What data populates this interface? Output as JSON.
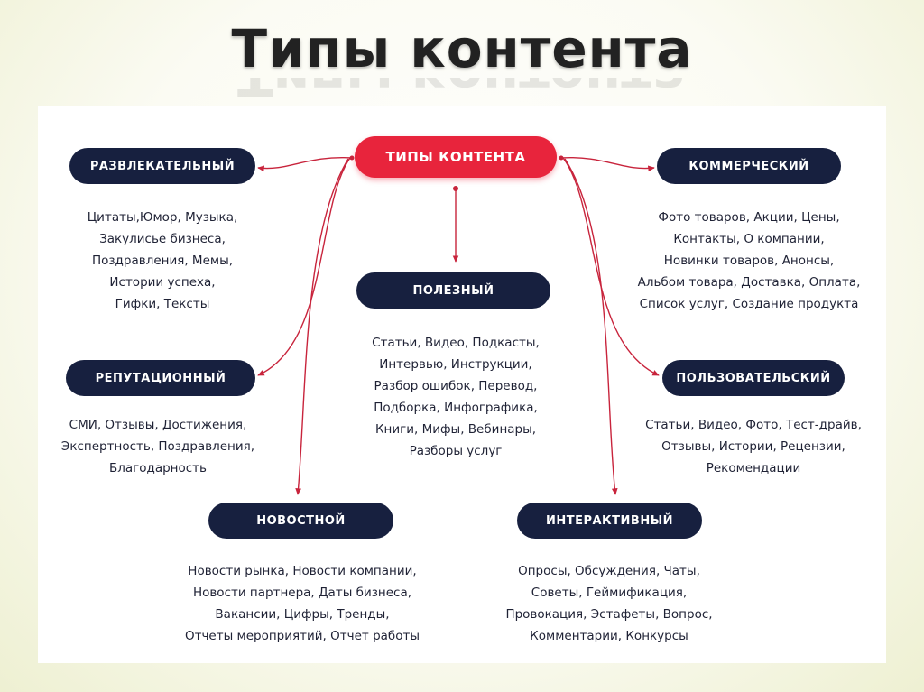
{
  "title": "Типы контента",
  "center": "ТИПЫ КОНТЕНТА",
  "categories": {
    "entertainment": {
      "label": "РАЗВЛЕКАТЕЛЬНЫЙ",
      "lines": [
        "Цитаты,Юмор, Музыка,",
        "Закулисье бизнеса,",
        "Поздравления, Мемы,",
        "Истории успеха,",
        "Гифки, Тексты"
      ]
    },
    "useful": {
      "label": "ПОЛЕЗНЫЙ",
      "lines": [
        "Статьи, Видео, Подкасты,",
        "Интервью, Инструкции,",
        "Разбор ошибок, Перевод,",
        "Подборка, Инфографика,",
        "Книги, Мифы, Вебинары,",
        "Разборы услуг"
      ]
    },
    "commercial": {
      "label": "КОММЕРЧЕСКИЙ",
      "lines": [
        "Фото товаров, Акции, Цены,",
        "Контакты, О компании,",
        "Новинки товаров, Анонсы,",
        "Альбом товара, Доставка, Оплата,",
        "Список услуг, Создание продукта"
      ]
    },
    "reputation": {
      "label": "РЕПУТАЦИОННЫЙ",
      "lines": [
        "СМИ, Отзывы, Достижения,",
        "Экспертность, Поздравления,",
        "Благодарность"
      ]
    },
    "user": {
      "label": "ПОЛЬЗОВАТЕЛЬСКИЙ",
      "lines": [
        "Статьи, Видео, Фото, Тест-драйв,",
        "Отзывы, Истории, Рецензии,",
        "Рекомендации"
      ]
    },
    "news": {
      "label": "НОВОСТНОЙ",
      "lines": [
        "Новости рынка, Новости компании,",
        "Новости партнера, Даты бизнеса,",
        "Вакансии, Цифры, Тренды,",
        "Отчеты мероприятий, Отчет работы"
      ]
    },
    "interactive": {
      "label": "ИНТЕРАКТИВНЫЙ",
      "lines": [
        "Опросы, Обсуждения, Чаты,",
        "Советы, Геймификация,",
        "Провокация, Эстафеты, Вопрос,",
        "Комментарии, Конкурсы"
      ]
    }
  },
  "colors": {
    "navy": "#17203f",
    "accent": "#e8243c",
    "connector": "#c8243c"
  }
}
